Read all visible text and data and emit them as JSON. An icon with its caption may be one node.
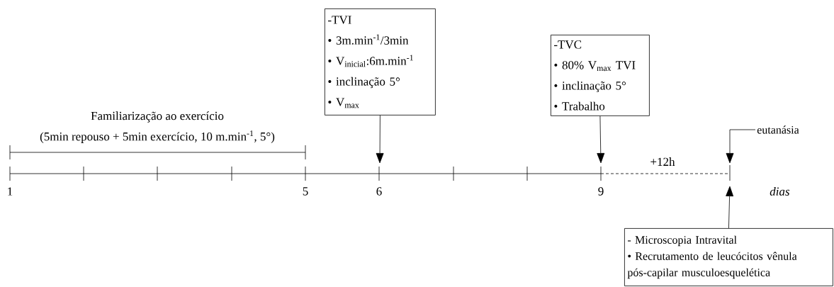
{
  "diagram": {
    "nodes": [
      {
        "text": [
          "-TVI",
          "• 3m.min$^{-1}$/3min",
          "• V$_{inicial}$:6m.min$^{-1}$",
          "• inclinação 5°",
          "• V$_{max}$"
        ]
      },
      {
        "text": [
          "-TVC",
          "• 80% V$_{max}$ TVI",
          "• inclinação 5°",
          "• Trabalho"
        ]
      },
      {
        "text": [
          "- Microscopia Intravital",
          "• Recrutamento de leucócitos vênula pós-capilar musculoesquelética"
        ]
      },
      {
        "text": [
          "eutanásia"
        ]
      }
    ],
    "edges": [
      {
        "from": 0,
        "to": null,
        "arrow": "to"
      },
      {
        "from": 1,
        "to": null,
        "arrow": "to"
      },
      {
        "from": 2,
        "to": null,
        "arrow": "to"
      },
      {
        "from": 3,
        "to": null,
        "arrow": "to"
      }
    ],
    "labels": [
      "Familiarização ao exercício",
      "(5min repouso + 5min exercício, 10 m.min$^{-1}$, 5°)",
      "1",
      "5",
      "6",
      "9",
      "+12h",
      "dias"
    ]
  }
}
